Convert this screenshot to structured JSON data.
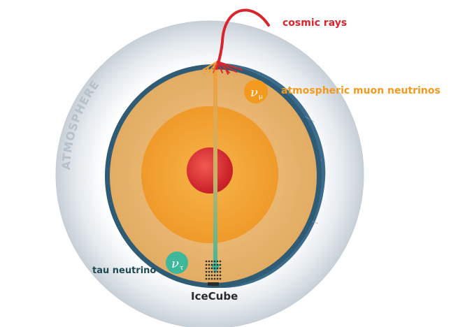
{
  "labels": {
    "cosmic_rays": "cosmic rays",
    "atmospheric_muon_neutrinos": "atmospheric muon neutrinos",
    "tau_neutrino": "tau neutrino",
    "icecube": "IceCube",
    "atmosphere": "ATMOSPHERE"
  },
  "symbols": {
    "muon_neutrino": "ν",
    "muon_subscript": "μ",
    "tau_neutrino": "ν",
    "tau_subscript": "τ"
  },
  "colors": {
    "cosmic_ray": "#d9262c",
    "muon_badge": "#f39a1e",
    "tau_badge": "#3fb89a",
    "inner_core": "#d9262c",
    "outer_core": "#f0a23a",
    "mantle": "#e8b36e",
    "ocean": "#3f6f8f",
    "atmosphere": "#c9d3dc",
    "atmosphere_text": "#b7c1ca",
    "icecube_text": "#2b2b2b"
  }
}
